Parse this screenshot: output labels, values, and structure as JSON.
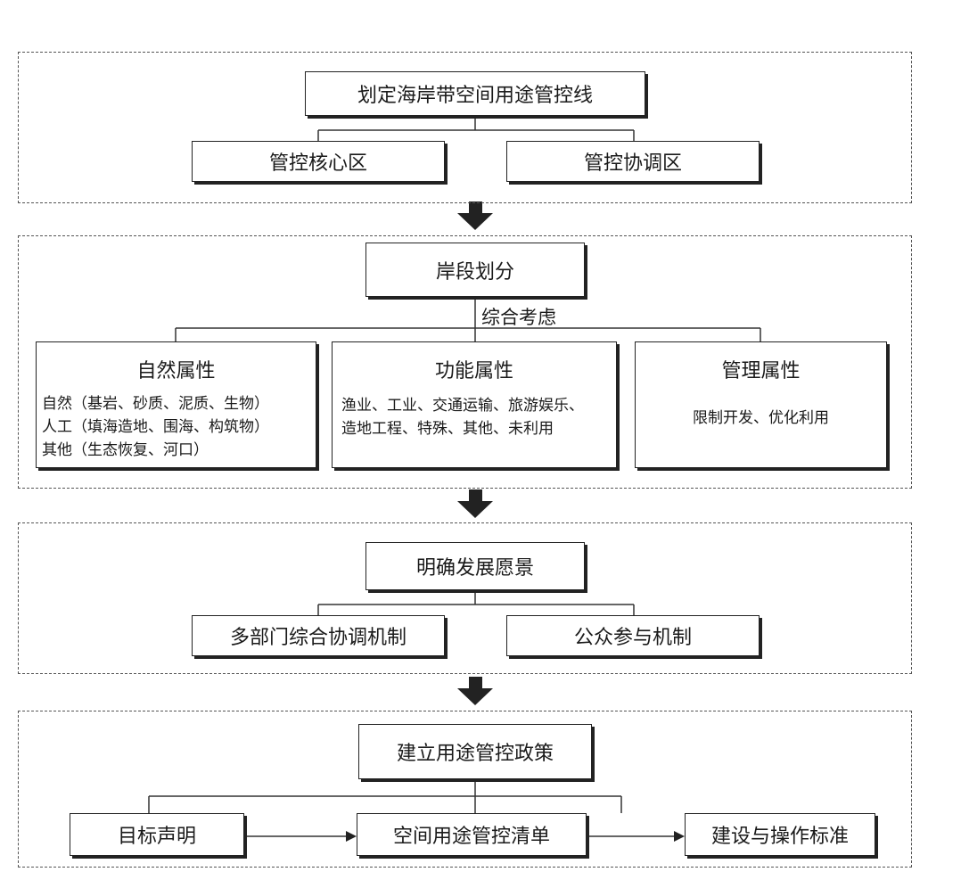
{
  "stage1": {
    "title": "划定海岸带空间用途管控线",
    "children": [
      "管控核心区",
      "管控协调区"
    ]
  },
  "stage2": {
    "title": "岸段划分",
    "connector_label": "综合考虑",
    "attributes": [
      {
        "title": "自然属性",
        "lines": [
          "自然（基岩、砂质、泥质、生物）",
          "人工（填海造地、围海、构筑物）",
          "其他（生态恢复、河口）"
        ]
      },
      {
        "title": "功能属性",
        "lines": [
          "渔业、工业、交通运输、旅游娱乐、",
          "造地工程、特殊、其他、未利用"
        ]
      },
      {
        "title": "管理属性",
        "lines": [
          "限制开发、优化利用"
        ]
      }
    ]
  },
  "stage3": {
    "title": "明确发展愿景",
    "children": [
      "多部门综合协调机制",
      "公众参与机制"
    ]
  },
  "stage4": {
    "title": "建立用途管控政策",
    "children": [
      "目标声明",
      "空间用途管控清单",
      "建设与操作标准"
    ]
  }
}
